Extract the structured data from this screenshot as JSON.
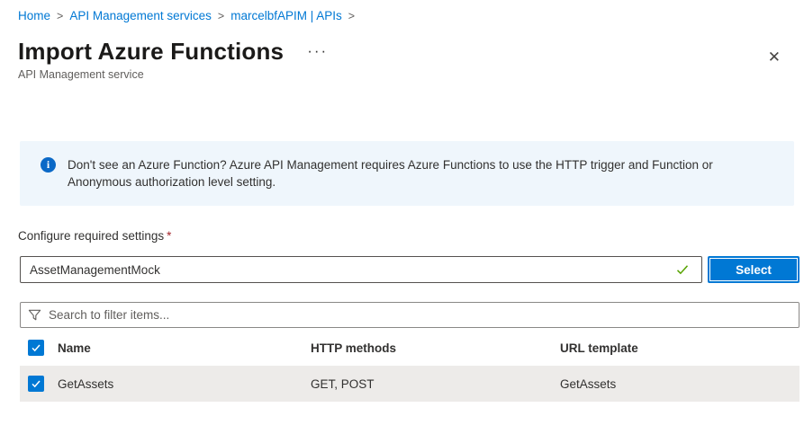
{
  "breadcrumb": {
    "separator": ">",
    "items": [
      {
        "label": "Home"
      },
      {
        "label": "API Management services"
      },
      {
        "label": "marcelbfAPIM | APIs"
      }
    ]
  },
  "header": {
    "title": "Import Azure Functions",
    "more_actions": "···",
    "close_icon": "✕",
    "subtitle": "API Management service"
  },
  "banner": {
    "info_icon": "i",
    "text": "Don't see an Azure Function? Azure API Management requires Azure Functions to use the HTTP trigger and Function or Anonymous authorization level setting."
  },
  "settings": {
    "label": "Configure required settings",
    "required_marker": "*",
    "input_value": "AssetManagementMock",
    "select_button_label": "Select"
  },
  "filter": {
    "placeholder": "Search to filter items..."
  },
  "table": {
    "columns": [
      "Name",
      "HTTP methods",
      "URL template"
    ],
    "rows": [
      {
        "selected": true,
        "name": "GetAssets",
        "http_methods": "GET, POST",
        "url_template": "GetAssets"
      }
    ]
  },
  "colors": {
    "link_blue": "#0078d4",
    "accent_blue": "#0078d4",
    "banner_bg": "#eff6fc",
    "success_green": "#57a300",
    "row_bg": "#edebe9",
    "text_primary": "#323130",
    "text_secondary": "#605e5c",
    "required_red": "#a4262c"
  }
}
